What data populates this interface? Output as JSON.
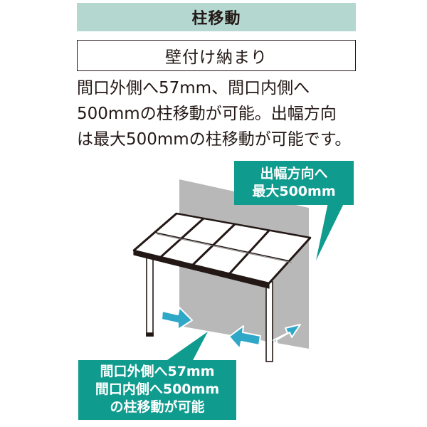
{
  "header": {
    "title": "柱移動",
    "subtitle": "壁付け納まり"
  },
  "description": {
    "lines": [
      "間口外側へ57mm、間口内側へ",
      "500mmの柱移動が可能。出幅方向",
      "は最大500mmの柱移動が可能です。"
    ]
  },
  "callouts": {
    "depth": {
      "lines": [
        "出幅方向へ",
        "最大500mm"
      ]
    },
    "width": {
      "lines": [
        "間口外側へ57mm",
        "間口内側へ500mm",
        "の柱移動が可能"
      ]
    }
  },
  "colors": {
    "title_bg": "#b4d8d0",
    "callout_bg": "#0f9b8e",
    "arrow": "#2fa8c8",
    "wall": "#b8b8b8",
    "frame": "#231815"
  }
}
